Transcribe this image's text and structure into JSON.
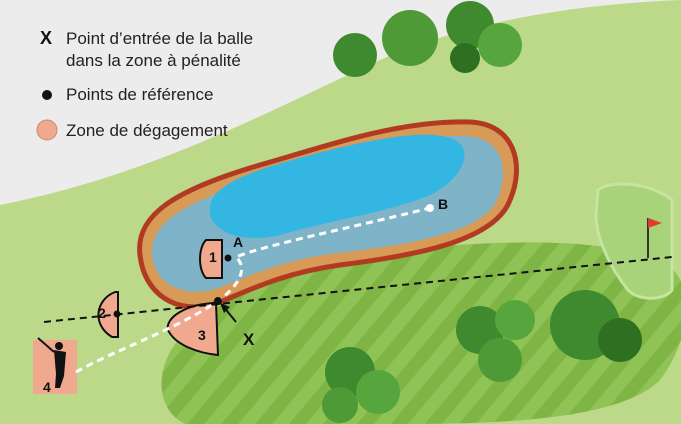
{
  "legend": {
    "items": [
      {
        "symbol": "X",
        "lines": [
          "Point d’entrée de la balle",
          "dans la zone à pénalité"
        ]
      },
      {
        "symbol": "dot",
        "lines": [
          "Points de référence"
        ]
      },
      {
        "symbol": "swatch",
        "lines": [
          "Zone de dégagement"
        ]
      }
    ]
  },
  "markers": {
    "a": "A",
    "b": "B",
    "x": "X",
    "zone1": "1",
    "zone2": "2",
    "zone3": "3",
    "zone4": "4"
  },
  "colors": {
    "rough": "#bcd98a",
    "fairway": "#8fc355",
    "fairway_stripe": "#7fb544",
    "green": "#a9d37a",
    "penalty_border": "#b23a22",
    "penalty_ring": "#d89a57",
    "water_edge": "#7fb3c8",
    "water": "#33b7e2",
    "relief_zone": "#f0a88e",
    "tree": "#3f8a2e",
    "flag": "#e23a2c",
    "legend_bg": "#ececec"
  }
}
